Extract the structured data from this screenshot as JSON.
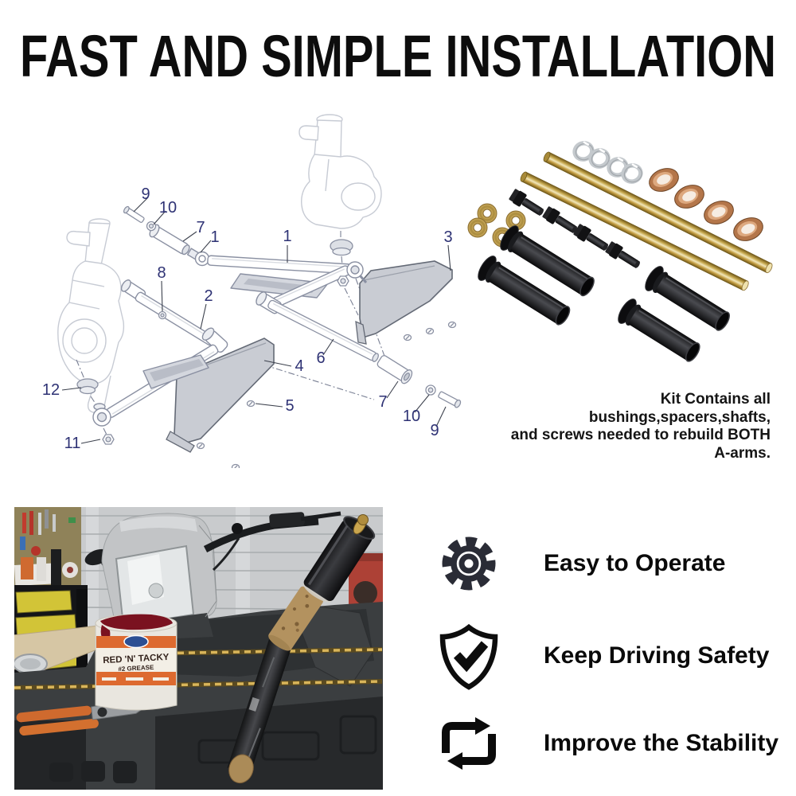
{
  "title": "FAST AND SIMPLE INSTALLATION",
  "diagram": {
    "callouts": {
      "pin_top": "9",
      "washer_top": "10",
      "bushing_top": "7",
      "pivot_top": "1",
      "upper_arm": "1",
      "bolt_mid": "8",
      "lower_arm": "2",
      "guard_right": "3",
      "cap_left": "12",
      "nut_left": "11",
      "guard_left": "4",
      "screw_left": "5",
      "shaft_lower": "6",
      "bushing_lower": "7",
      "washer_lower": "10",
      "pin_lower": "9"
    }
  },
  "kit": {
    "caption": {
      "line1": "Kit Contains all bushings,spacers,shafts,",
      "line2": "and screws needed to rebuild BOTH",
      "line3": "A-arms."
    }
  },
  "photo": {
    "grease_label_title": "RED 'N' TACKY",
    "grease_label_subtitle": "#2 GREASE"
  },
  "features": [
    {
      "icon": "gear-icon",
      "label": "Easy to Operate"
    },
    {
      "icon": "shield-check-icon",
      "label": "Keep Driving Safety"
    },
    {
      "icon": "repeat-arrows-icon",
      "label": "Improve the Stability"
    }
  ],
  "colors": {
    "callout_navy": "#2e3274",
    "grease_label_orange": "#dd6a30",
    "kit_gold": "#c9a44a",
    "toolbox_yellow": "#d2c437",
    "feature_icon_dark": "#2a2c36"
  }
}
